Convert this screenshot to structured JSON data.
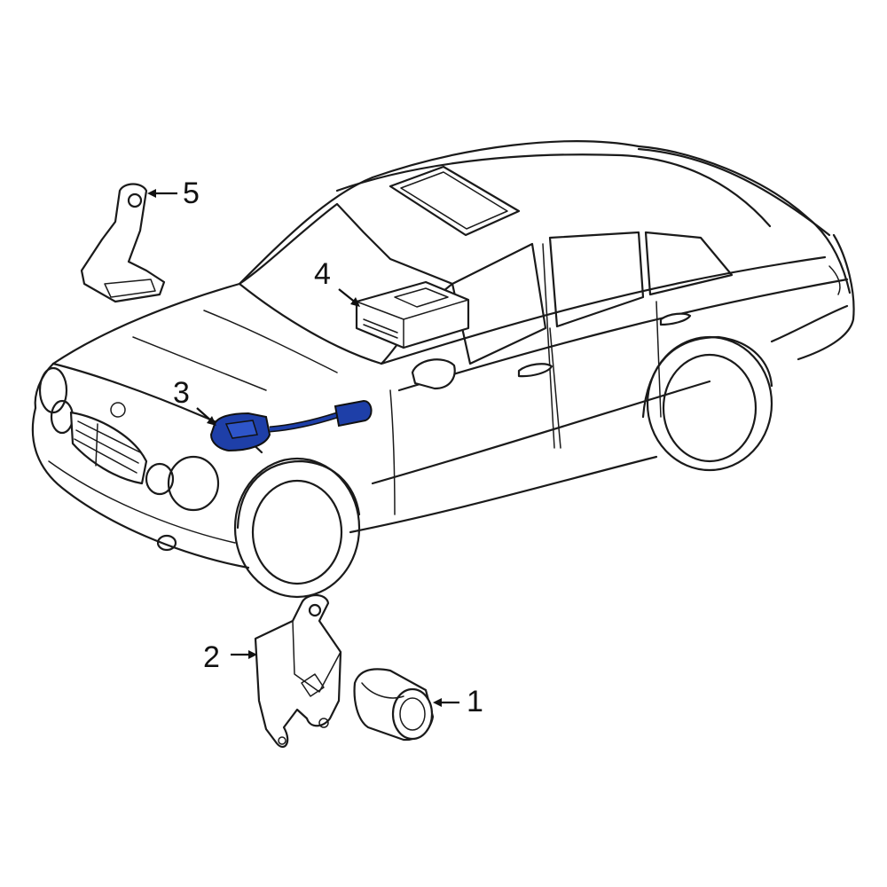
{
  "diagram": {
    "highlight_color": "#1e3fa8",
    "line_color": "#1a1a1a",
    "callouts": [
      {
        "id": "1",
        "label": "1"
      },
      {
        "id": "2",
        "label": "2"
      },
      {
        "id": "3",
        "label": "3"
      },
      {
        "id": "4",
        "label": "4"
      },
      {
        "id": "5",
        "label": "5"
      }
    ]
  }
}
